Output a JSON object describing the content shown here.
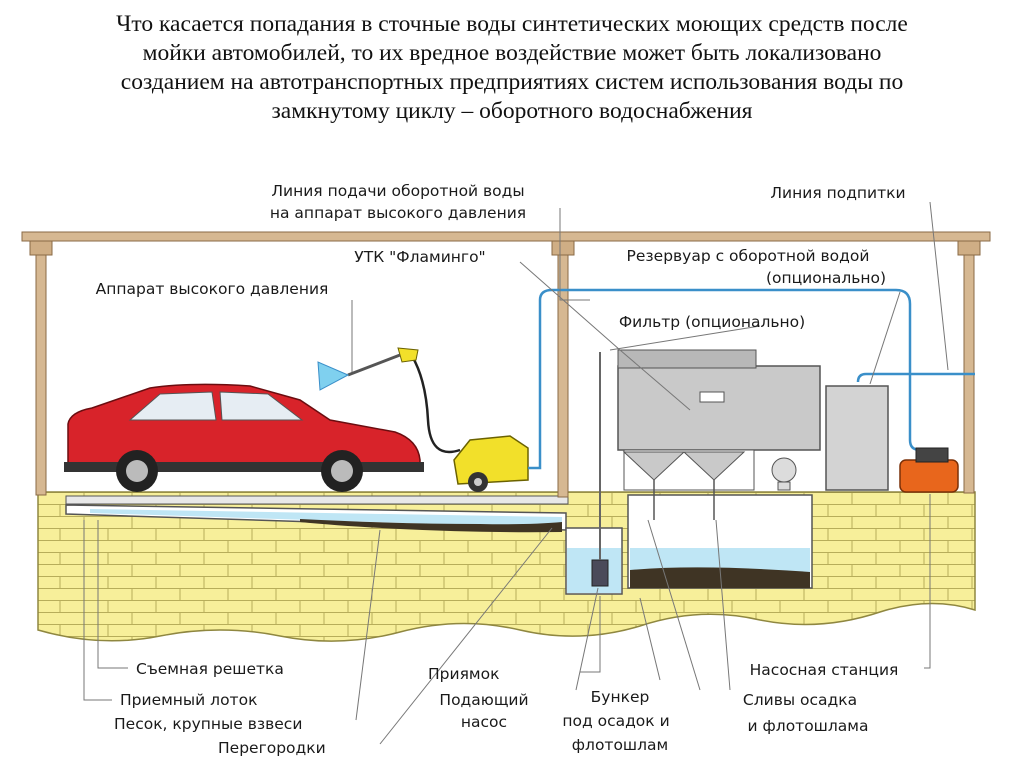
{
  "title_lines": [
    "Что касается попадания в сточные воды синтетических моющих средств после",
    "мойки автомобилей, то их вредное воздействие может быть локализовано",
    "созданием на автотранспортных предприятиях систем использования воды по",
    "замкнутому циклу – оборотного водоснабжения"
  ],
  "labels": {
    "supply_line_1": "Линия подачи оборотной воды",
    "supply_line_2": "на аппарат высокого давления",
    "makeup_line": "Линия подпитки",
    "utk": "УТК \"Фламинго\"",
    "reservoir_1": "Резервуар с оборотной водой",
    "reservoir_2": "(опционально)",
    "hp_unit": "Аппарат высокого давления",
    "filter": "Фильтр (опционально)",
    "grate": "Съемная решетка",
    "tray": "Приемный лоток",
    "sand": "Песок, крупные взвеси",
    "partitions": "Перегородки",
    "pit": "Приямок",
    "feed_pump_1": "Подающий",
    "feed_pump_2": "насос",
    "bunker_1": "Бункер",
    "bunker_2": "под осадок и",
    "bunker_3": "флотошлам",
    "pump_station": "Насосная станция",
    "drains_1": "Сливы осадка",
    "drains_2": "и флотошлама"
  },
  "colors": {
    "car": "#d8232a",
    "water": "#bfe6f5",
    "pipe": "#3a8fc9",
    "brick": "#f7ef9a",
    "pump": "#e8661c",
    "hp_unit": "#f2e02a",
    "equipment": "#c9c9c9"
  }
}
